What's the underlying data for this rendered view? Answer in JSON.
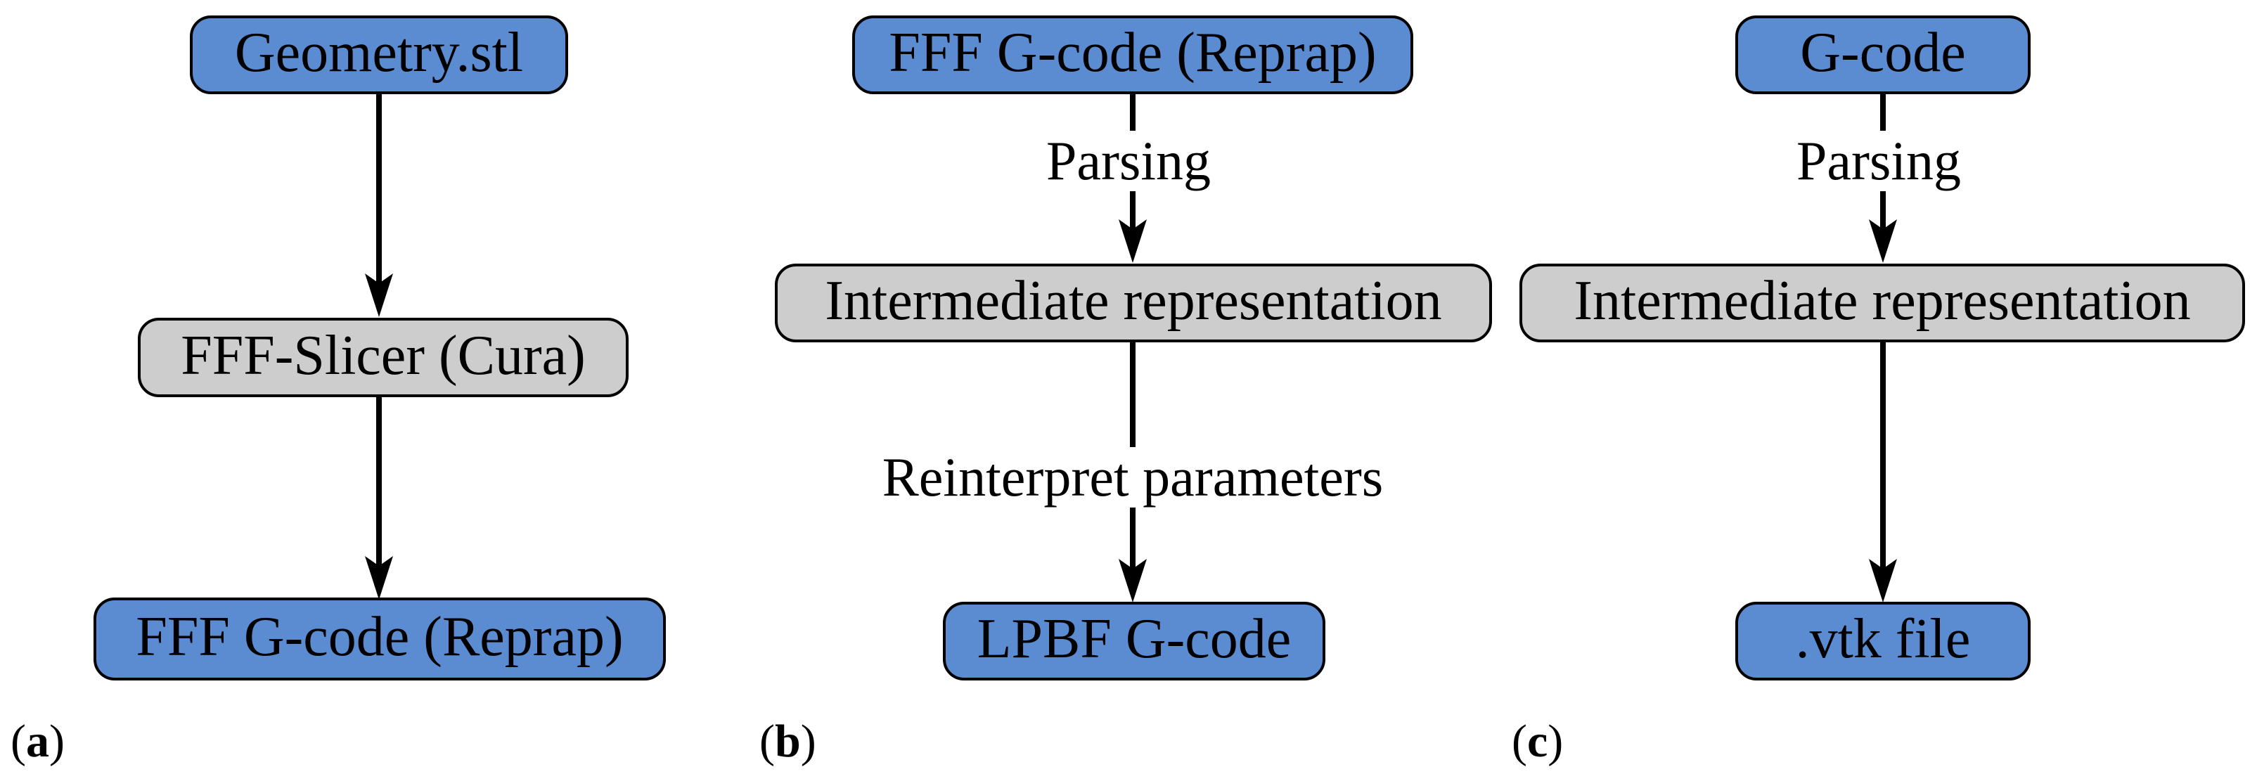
{
  "figure": {
    "colors": {
      "node_blue": "#5b8bd1",
      "node_gray": "#cdcdcd",
      "border": "#000000",
      "background": "#ffffff"
    },
    "panels": [
      {
        "label": {
          "open": "(",
          "letter": "a",
          "close": ")"
        },
        "nodes": [
          {
            "text": "Geometry.stl",
            "type": "blue"
          },
          {
            "text": "FFF-Slicer (Cura)",
            "type": "gray"
          },
          {
            "text": "FFF G-code (Reprap)",
            "type": "blue"
          }
        ],
        "edges": [
          {
            "label": ""
          },
          {
            "label": ""
          }
        ]
      },
      {
        "label": {
          "open": "(",
          "letter": "b",
          "close": ")"
        },
        "nodes": [
          {
            "text": "FFF G-code (Reprap)",
            "type": "blue"
          },
          {
            "text": "Intermediate representation",
            "type": "gray"
          },
          {
            "text": "LPBF G-code",
            "type": "blue"
          }
        ],
        "edges": [
          {
            "label": "Parsing"
          },
          {
            "label": "Reinterpret parameters"
          }
        ]
      },
      {
        "label": {
          "open": "(",
          "letter": "c",
          "close": ")"
        },
        "nodes": [
          {
            "text": "G-code",
            "type": "blue"
          },
          {
            "text": "Intermediate representation",
            "type": "gray"
          },
          {
            "text": ".vtk file",
            "type": "blue"
          }
        ],
        "edges": [
          {
            "label": "Parsing"
          },
          {
            "label": ""
          }
        ]
      }
    ]
  }
}
